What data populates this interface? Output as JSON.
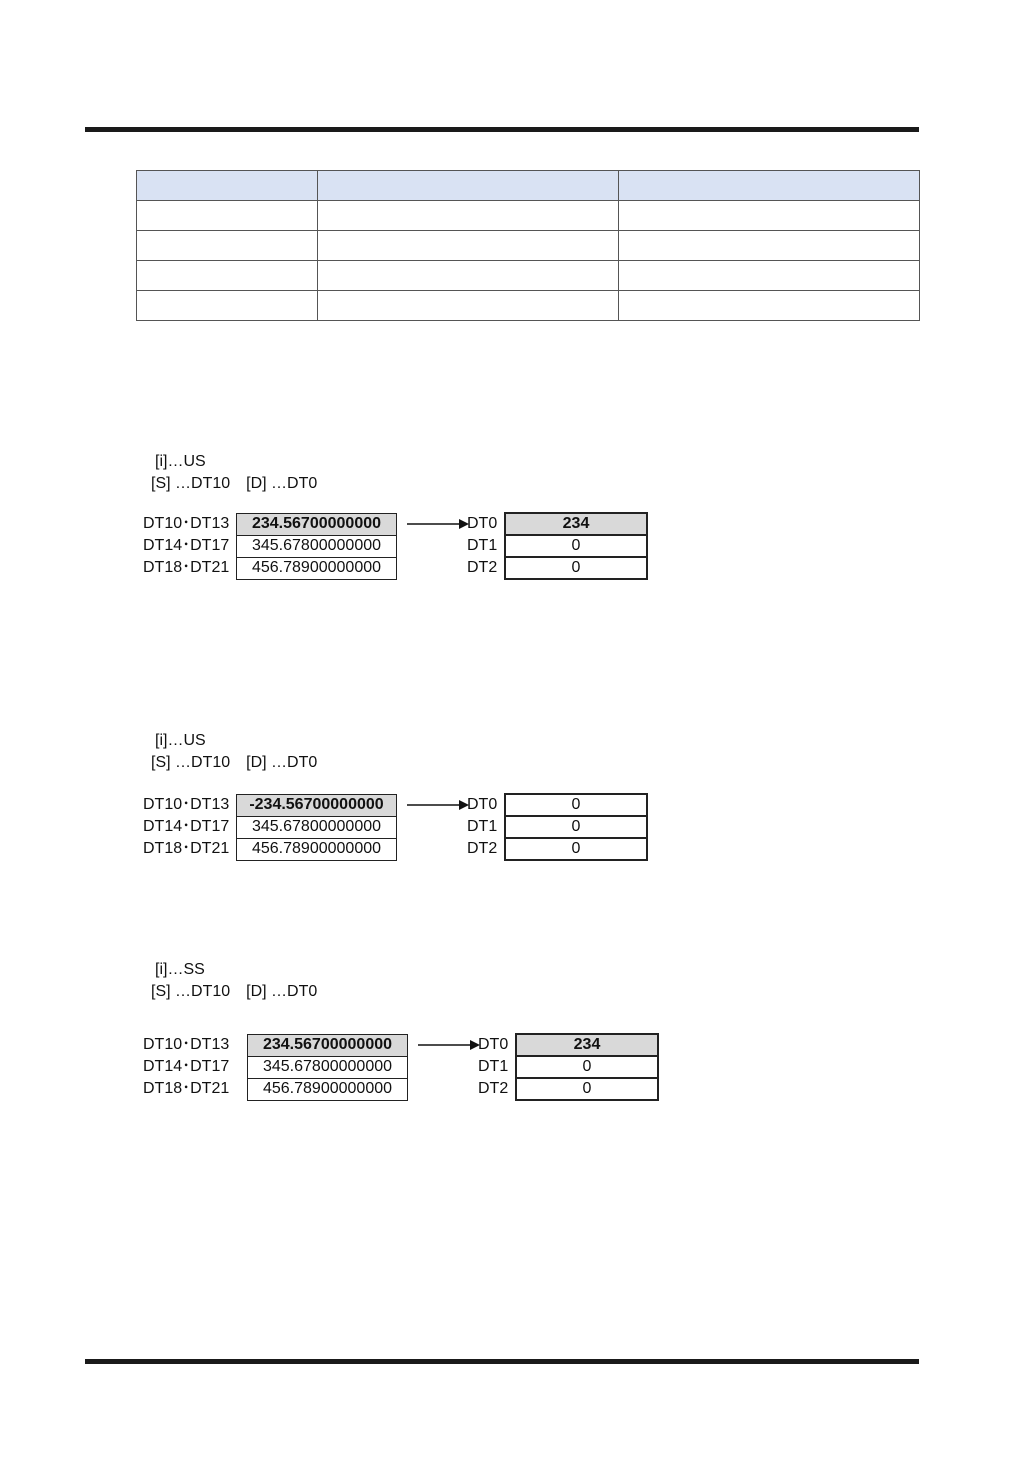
{
  "examples": [
    {
      "param_i": "[i]…US",
      "param_sd": "[S] …DT10　[D] …DT0",
      "src_labels": [
        "DT10･DT13",
        "DT14･DT17",
        "DT18･DT21"
      ],
      "src_values": [
        "234.56700000000",
        "345.67800000000",
        "456.78900000000"
      ],
      "dst_labels": [
        "DT0",
        "DT1",
        "DT2"
      ],
      "dst_values": [
        "234",
        "0",
        "0"
      ]
    },
    {
      "param_i": "[i]…US",
      "param_sd": "[S] …DT10　[D] …DT0",
      "src_labels": [
        "DT10･DT13",
        "DT14･DT17",
        "DT18･DT21"
      ],
      "src_values": [
        "-234.56700000000",
        "345.67800000000",
        "456.78900000000"
      ],
      "dst_labels": [
        "DT0",
        "DT1",
        "DT2"
      ],
      "dst_values": [
        "0",
        "0",
        "0"
      ]
    },
    {
      "param_i": "[i]…SS",
      "param_sd": "[S] …DT10　[D] …DT0",
      "src_labels": [
        "DT10･DT13",
        "DT14･DT17",
        "DT18･DT21"
      ],
      "src_values": [
        "234.56700000000",
        "345.67800000000",
        "456.78900000000"
      ],
      "dst_labels": [
        "DT0",
        "DT1",
        "DT2"
      ],
      "dst_values": [
        "234",
        "0",
        "0"
      ]
    }
  ]
}
